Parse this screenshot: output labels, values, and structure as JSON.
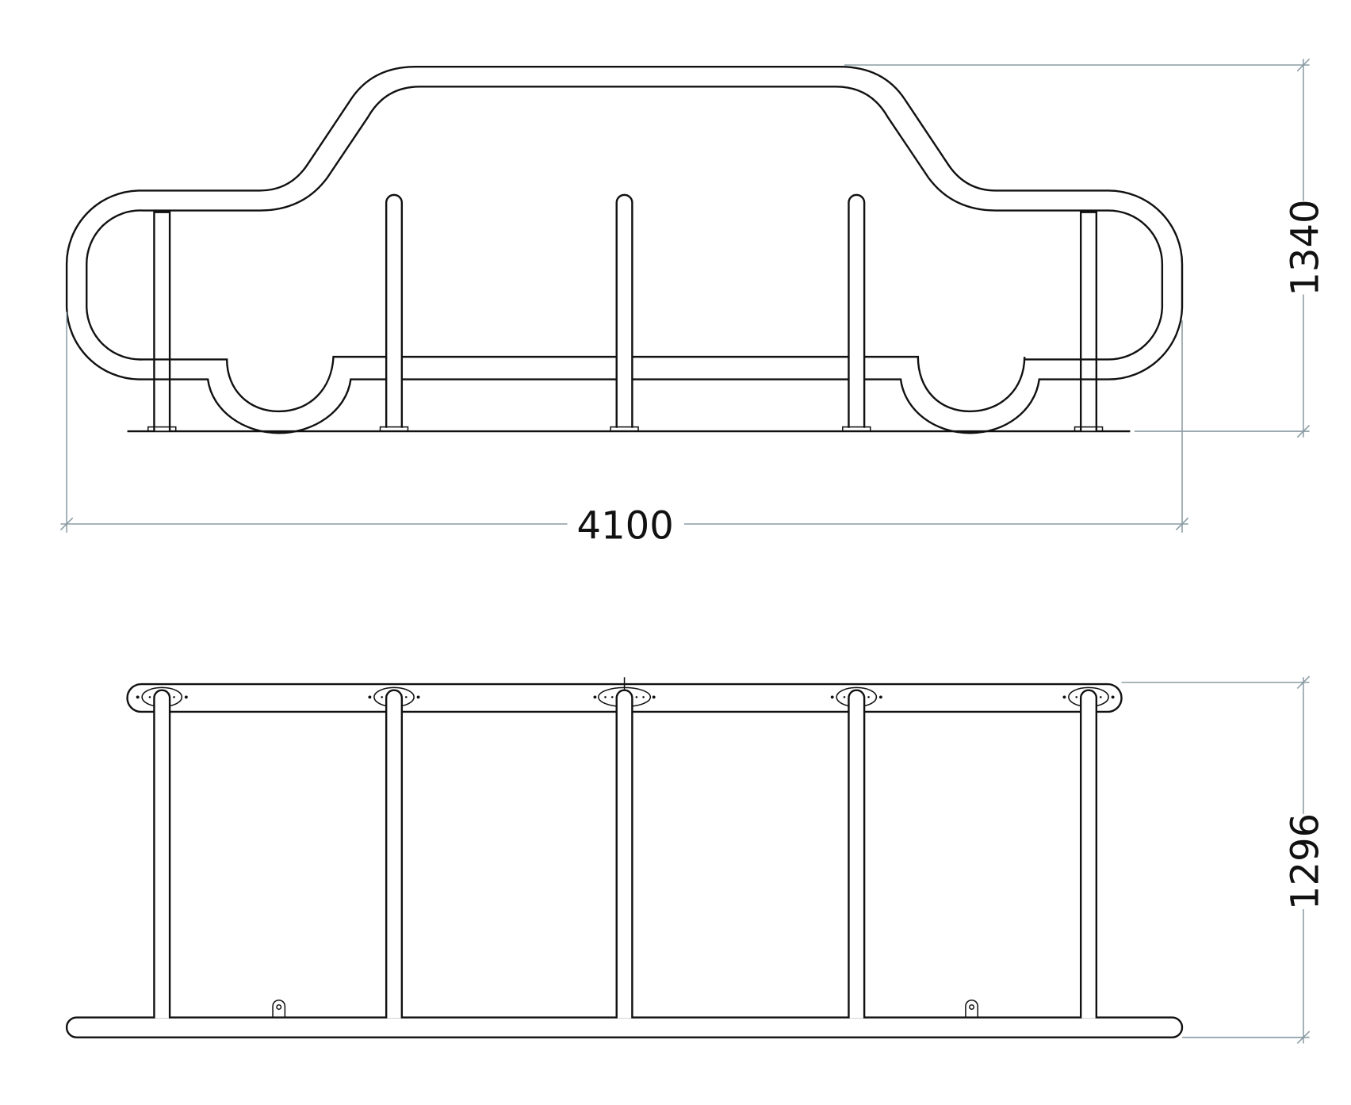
{
  "side_view": {
    "width_dimension": "4100",
    "height_dimension": "1340"
  },
  "top_view": {
    "depth_dimension": "1296"
  },
  "colors": {
    "line": "#111111",
    "dimension_line": "#8a9ba3"
  }
}
